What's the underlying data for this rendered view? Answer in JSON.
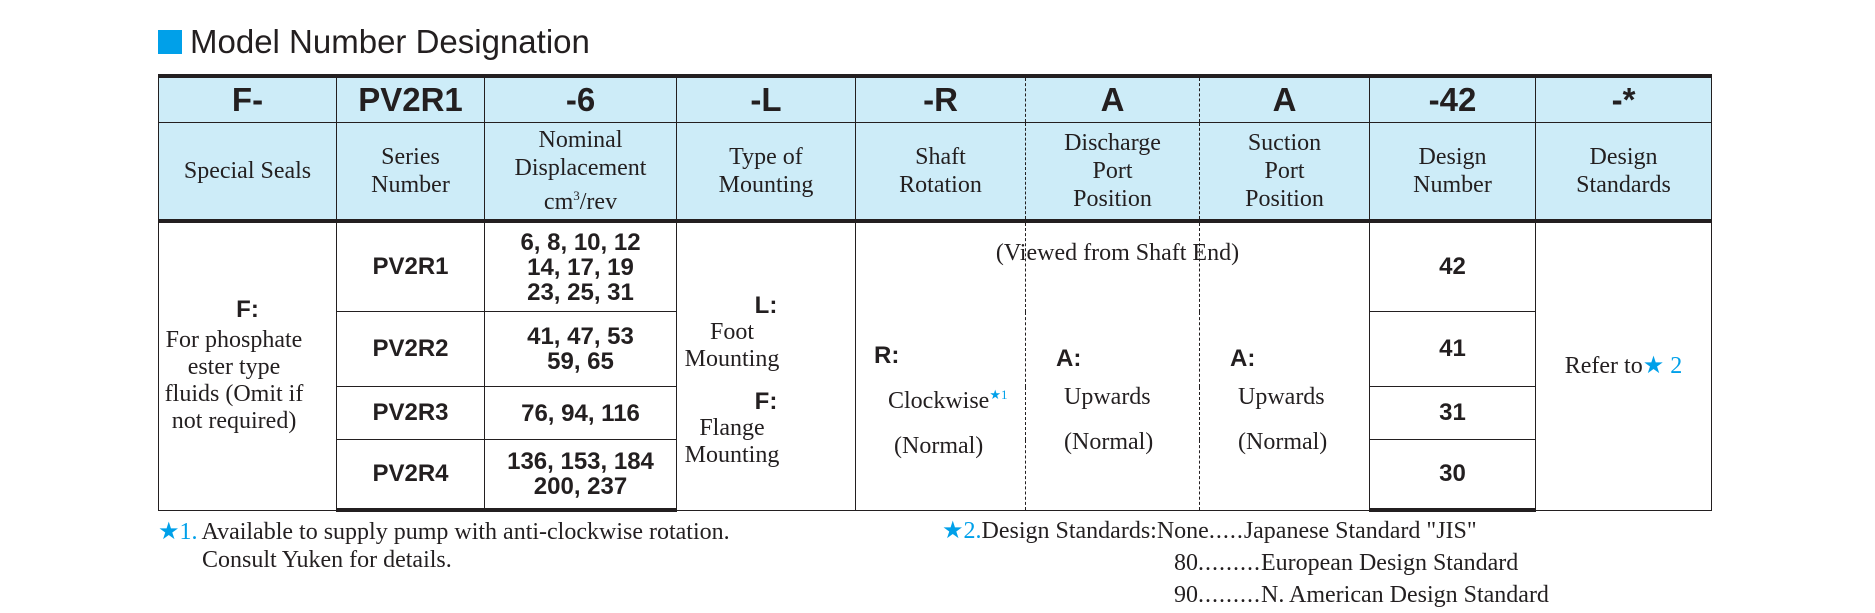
{
  "title": "Model Number Designation",
  "codes": [
    "F-",
    "PV2R1",
    "-6",
    "-L",
    "-R",
    "A",
    "A",
    "-42",
    "-*"
  ],
  "labels": {
    "seals": "Special Seals",
    "series": "Series Number",
    "disp_1": "Nominal",
    "disp_2": "Displacement",
    "disp_3": "cm",
    "disp_sup": "3",
    "disp_4": "/rev",
    "mount": "Type of Mounting",
    "rot": "Shaft Rotation",
    "disc": "Discharge Port Position",
    "suct": "Suction Port Position",
    "design_no": "Design Number",
    "design_std": "Design Standards"
  },
  "seals": {
    "code": "F:",
    "desc": "For phosphate ester type fluids (Omit if not required)"
  },
  "rows": [
    {
      "series": "PV2R1",
      "disp": [
        "6, 8, 10, 12",
        "14, 17, 19",
        "23, 25, 31"
      ],
      "design": "42"
    },
    {
      "series": "PV2R2",
      "disp": [
        "41, 47, 53",
        "59, 65"
      ],
      "design": "41"
    },
    {
      "series": "PV2R3",
      "disp": [
        "76, 94, 116"
      ],
      "design": "31"
    },
    {
      "series": "PV2R4",
      "disp": [
        "136, 153, 184",
        "200, 237"
      ],
      "design": "30"
    }
  ],
  "mounting": {
    "l_code": "L:",
    "l_desc": "Foot Mounting",
    "f_code": "F:",
    "f_desc": "Flange Mounting"
  },
  "viewed": "(Viewed from Shaft End)",
  "rotation": {
    "code": "R:",
    "desc": "Clockwise",
    "note": "★1",
    "normal": "(Normal)"
  },
  "discharge": {
    "code": "A:",
    "desc": "Upwards",
    "normal": "(Normal)"
  },
  "suction": {
    "code": "A:",
    "desc": "Upwards",
    "normal": "(Normal)"
  },
  "refer": {
    "text": "Refer to",
    "star": "★ 2"
  },
  "footnote1": {
    "star": "★1.",
    "line1": "Available to supply pump with anti-clockwise rotation.",
    "line2": "Consult Yuken for details."
  },
  "footnote2": {
    "star": "★2.",
    "label": "Design Standards:",
    "items": [
      {
        "key": "None",
        "dots": ".....",
        "value": "Japanese Standard \"JIS\""
      },
      {
        "key": "80",
        "dots": ".........",
        "value": "European Design Standard"
      },
      {
        "key": "90",
        "dots": ".........",
        "value": "N. American Design Standard"
      }
    ]
  },
  "colors": {
    "accent": "#00a0e9",
    "header_bg": "#cdecf8",
    "text": "#231f20"
  }
}
